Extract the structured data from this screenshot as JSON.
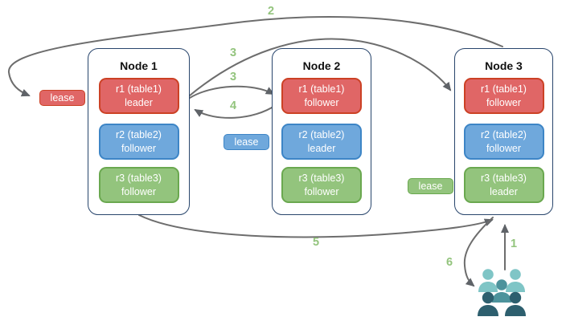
{
  "nodes": [
    {
      "title": "Node 1",
      "replicas": [
        {
          "name": "r1 (table1)",
          "role": "leader"
        },
        {
          "name": "r2 (table2)",
          "role": "follower"
        },
        {
          "name": "r3 (table3)",
          "role": "follower"
        }
      ]
    },
    {
      "title": "Node 2",
      "replicas": [
        {
          "name": "r1 (table1)",
          "role": "follower"
        },
        {
          "name": "r2 (table2)",
          "role": "leader"
        },
        {
          "name": "r3 (table3)",
          "role": "follower"
        }
      ]
    },
    {
      "title": "Node 3",
      "replicas": [
        {
          "name": "r1 (table1)",
          "role": "follower"
        },
        {
          "name": "r2 (table2)",
          "role": "follower"
        },
        {
          "name": "r3 (table3)",
          "role": "leader"
        }
      ]
    }
  ],
  "leases": [
    {
      "label": "lease",
      "color": "#e06666"
    },
    {
      "label": "lease",
      "color": "#6fa8dc"
    },
    {
      "label": "lease",
      "color": "#93c47d"
    }
  ],
  "steps": {
    "s1": "1",
    "s2": "2",
    "s3a": "3",
    "s3b": "3",
    "s4": "4",
    "s5": "5",
    "s6": "6"
  },
  "colors": {
    "replica_red_fill": "#e06666",
    "replica_red_border": "#cc4125",
    "replica_blue_fill": "#6fa8dc",
    "replica_blue_border": "#3d85c6",
    "replica_green_fill": "#93c47d",
    "replica_green_border": "#6aa84f",
    "node_border": "#28456c",
    "arrow": "#6d6d6d",
    "step_label": "#93c47d",
    "users_light": "#7fc5c6",
    "users_medium": "#4d939c",
    "users_dark": "#2d5f6e"
  },
  "icons": {
    "users": "users-group-icon"
  }
}
